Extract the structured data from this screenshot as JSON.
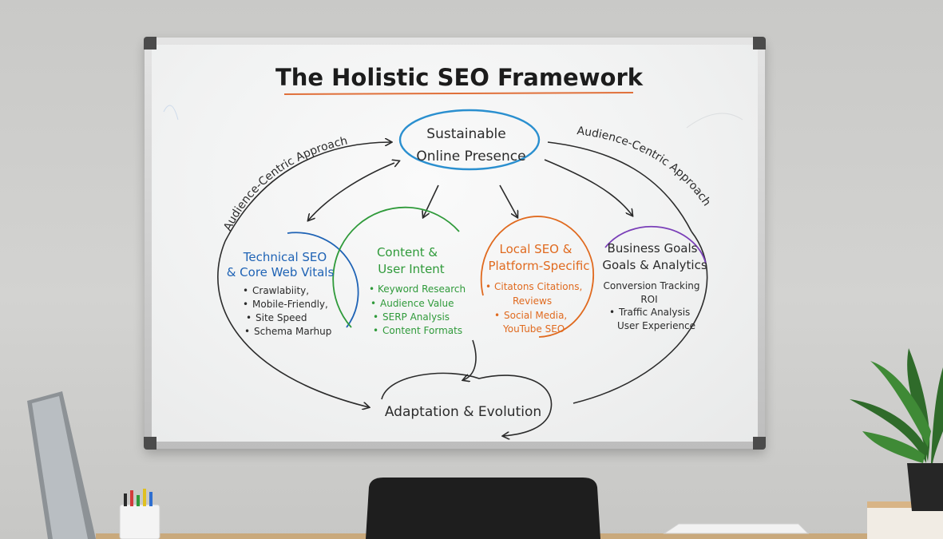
{
  "board": {
    "title": "The Holistic SEO Framework",
    "center": {
      "line1": "Sustainable",
      "line2": "Online Presence"
    },
    "left_arc_label": "Audience-Centric Approach",
    "right_arc_label": "Audience-Centric Approach",
    "pillars": [
      {
        "title_line1": "Technical SEO",
        "title_line2": "& Core Web Vitals",
        "color": "#1f63b5",
        "items": [
          "Crawlabiity,",
          "Mobile-Friendly,",
          "Site Speed",
          "Schema Marhup"
        ]
      },
      {
        "title_line1": "Content &",
        "title_line2": "User Intent",
        "color": "#2f9a3a",
        "items": [
          "Keyword Research",
          "Audience Value",
          "SERP Analysis",
          "Content Formats"
        ]
      },
      {
        "title_line1": "Local SEO &",
        "title_line2": "Platform-Specific",
        "color": "#e06a1f",
        "items": [
          "Citatons Citations,",
          "Reviews",
          "Social Media,",
          "YouTube SEO"
        ]
      },
      {
        "title_line1": "Business Goals",
        "title_line2": "Goals & Analytics",
        "color": "#7a3fb8",
        "items": [
          "Conversion Tracking",
          "ROI",
          "Traffic Analysis",
          "User Experience"
        ]
      }
    ],
    "bottom": "Adaptation & Evolution",
    "colors": {
      "ink": "#2b2b2b",
      "center_ring": "#2a8fcf",
      "title_underline": "#e0703a"
    }
  }
}
